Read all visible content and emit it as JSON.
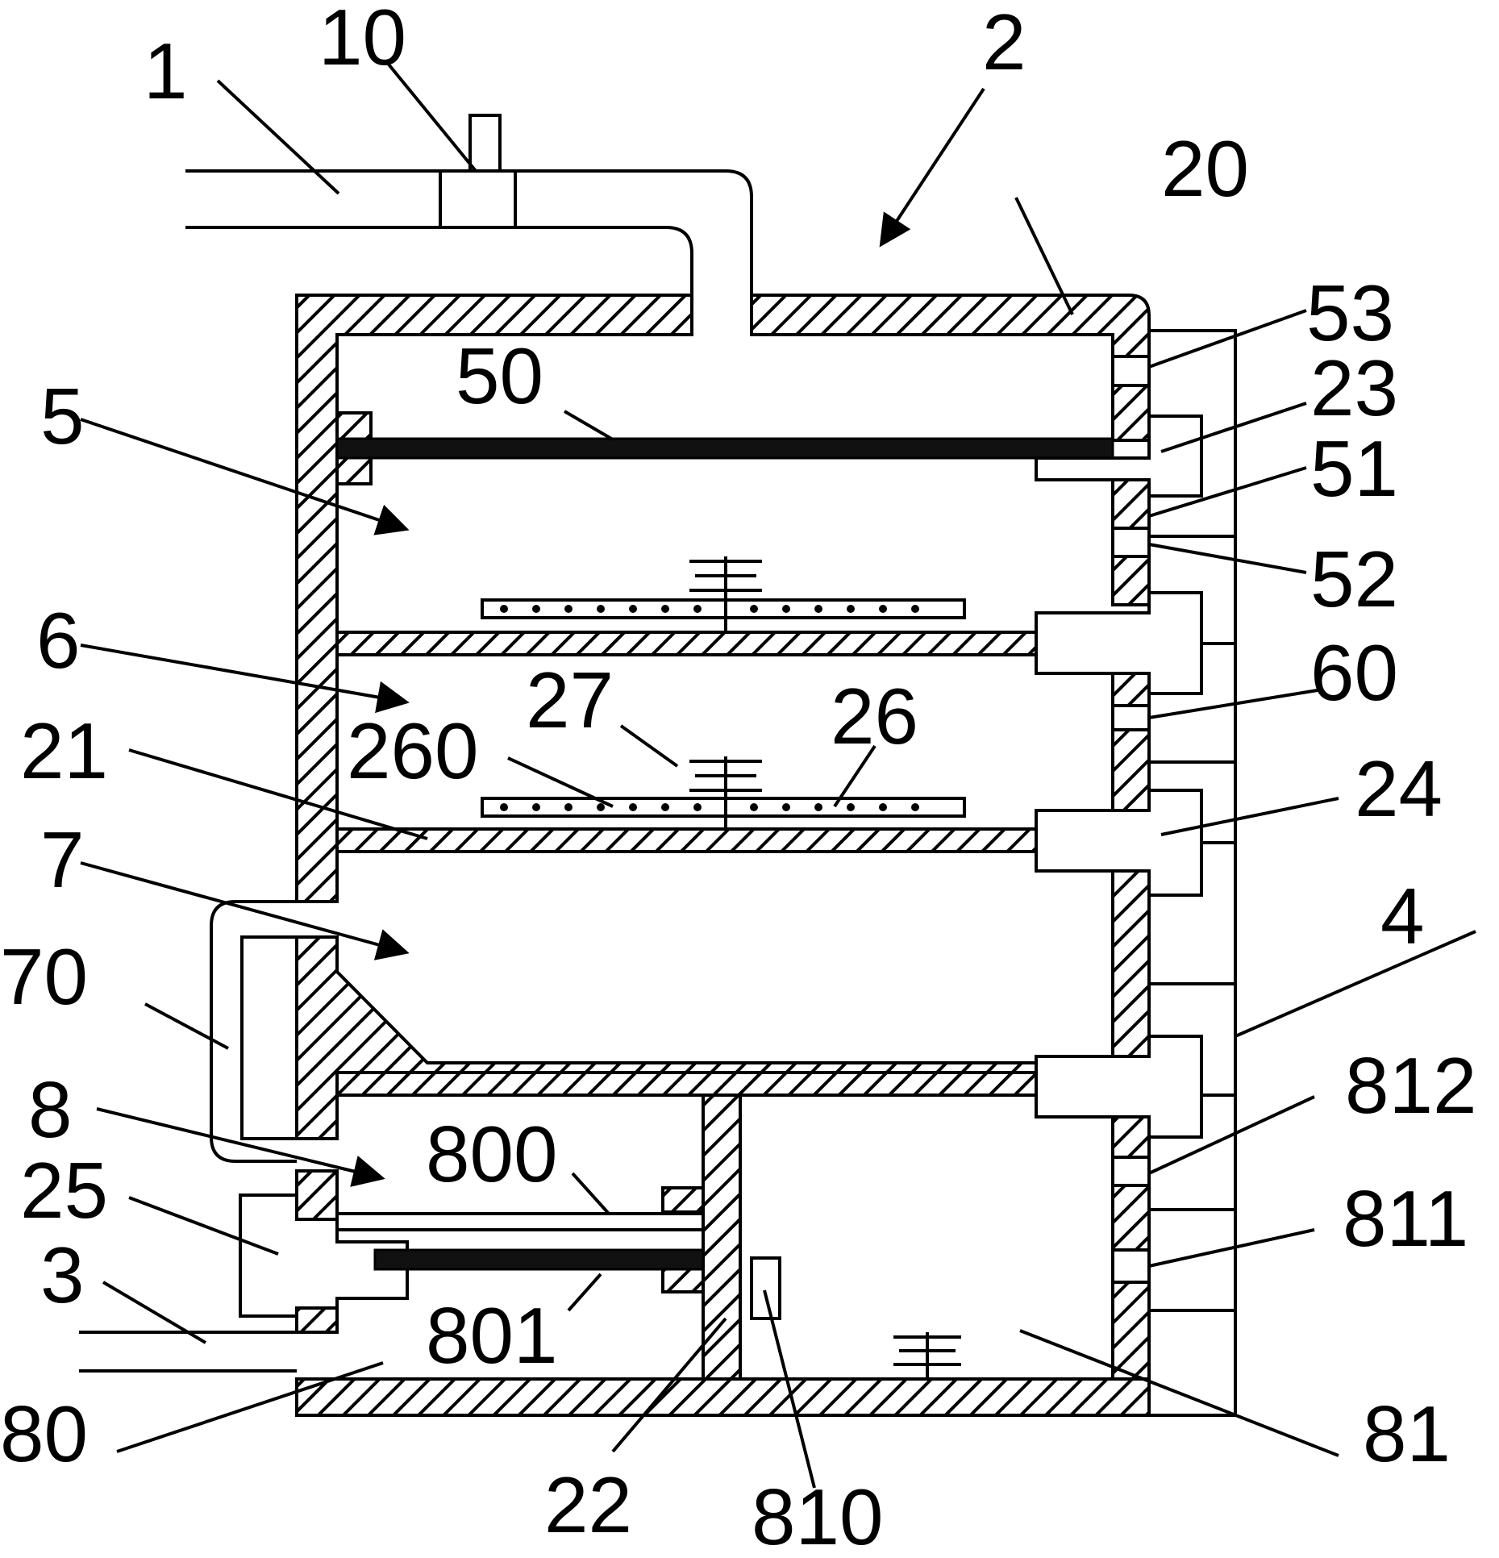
{
  "colors": {
    "ink": "#000000",
    "paper": "#ffffff"
  },
  "labels": {
    "l1": "1",
    "l10": "10",
    "l2": "2",
    "l20": "20",
    "l53": "53",
    "l23": "23",
    "l51": "51",
    "l52": "52",
    "l50": "50",
    "l5": "5",
    "l6": "6",
    "l60": "60",
    "l27": "27",
    "l260": "260",
    "l26": "26",
    "l21": "21",
    "l24": "24",
    "l7": "7",
    "l4": "4",
    "l70": "70",
    "l812": "812",
    "l8": "8",
    "l800": "800",
    "l811": "811",
    "l25": "25",
    "l3": "3",
    "l801": "801",
    "l80": "80",
    "l22": "22",
    "l810": "810",
    "l81": "81"
  }
}
